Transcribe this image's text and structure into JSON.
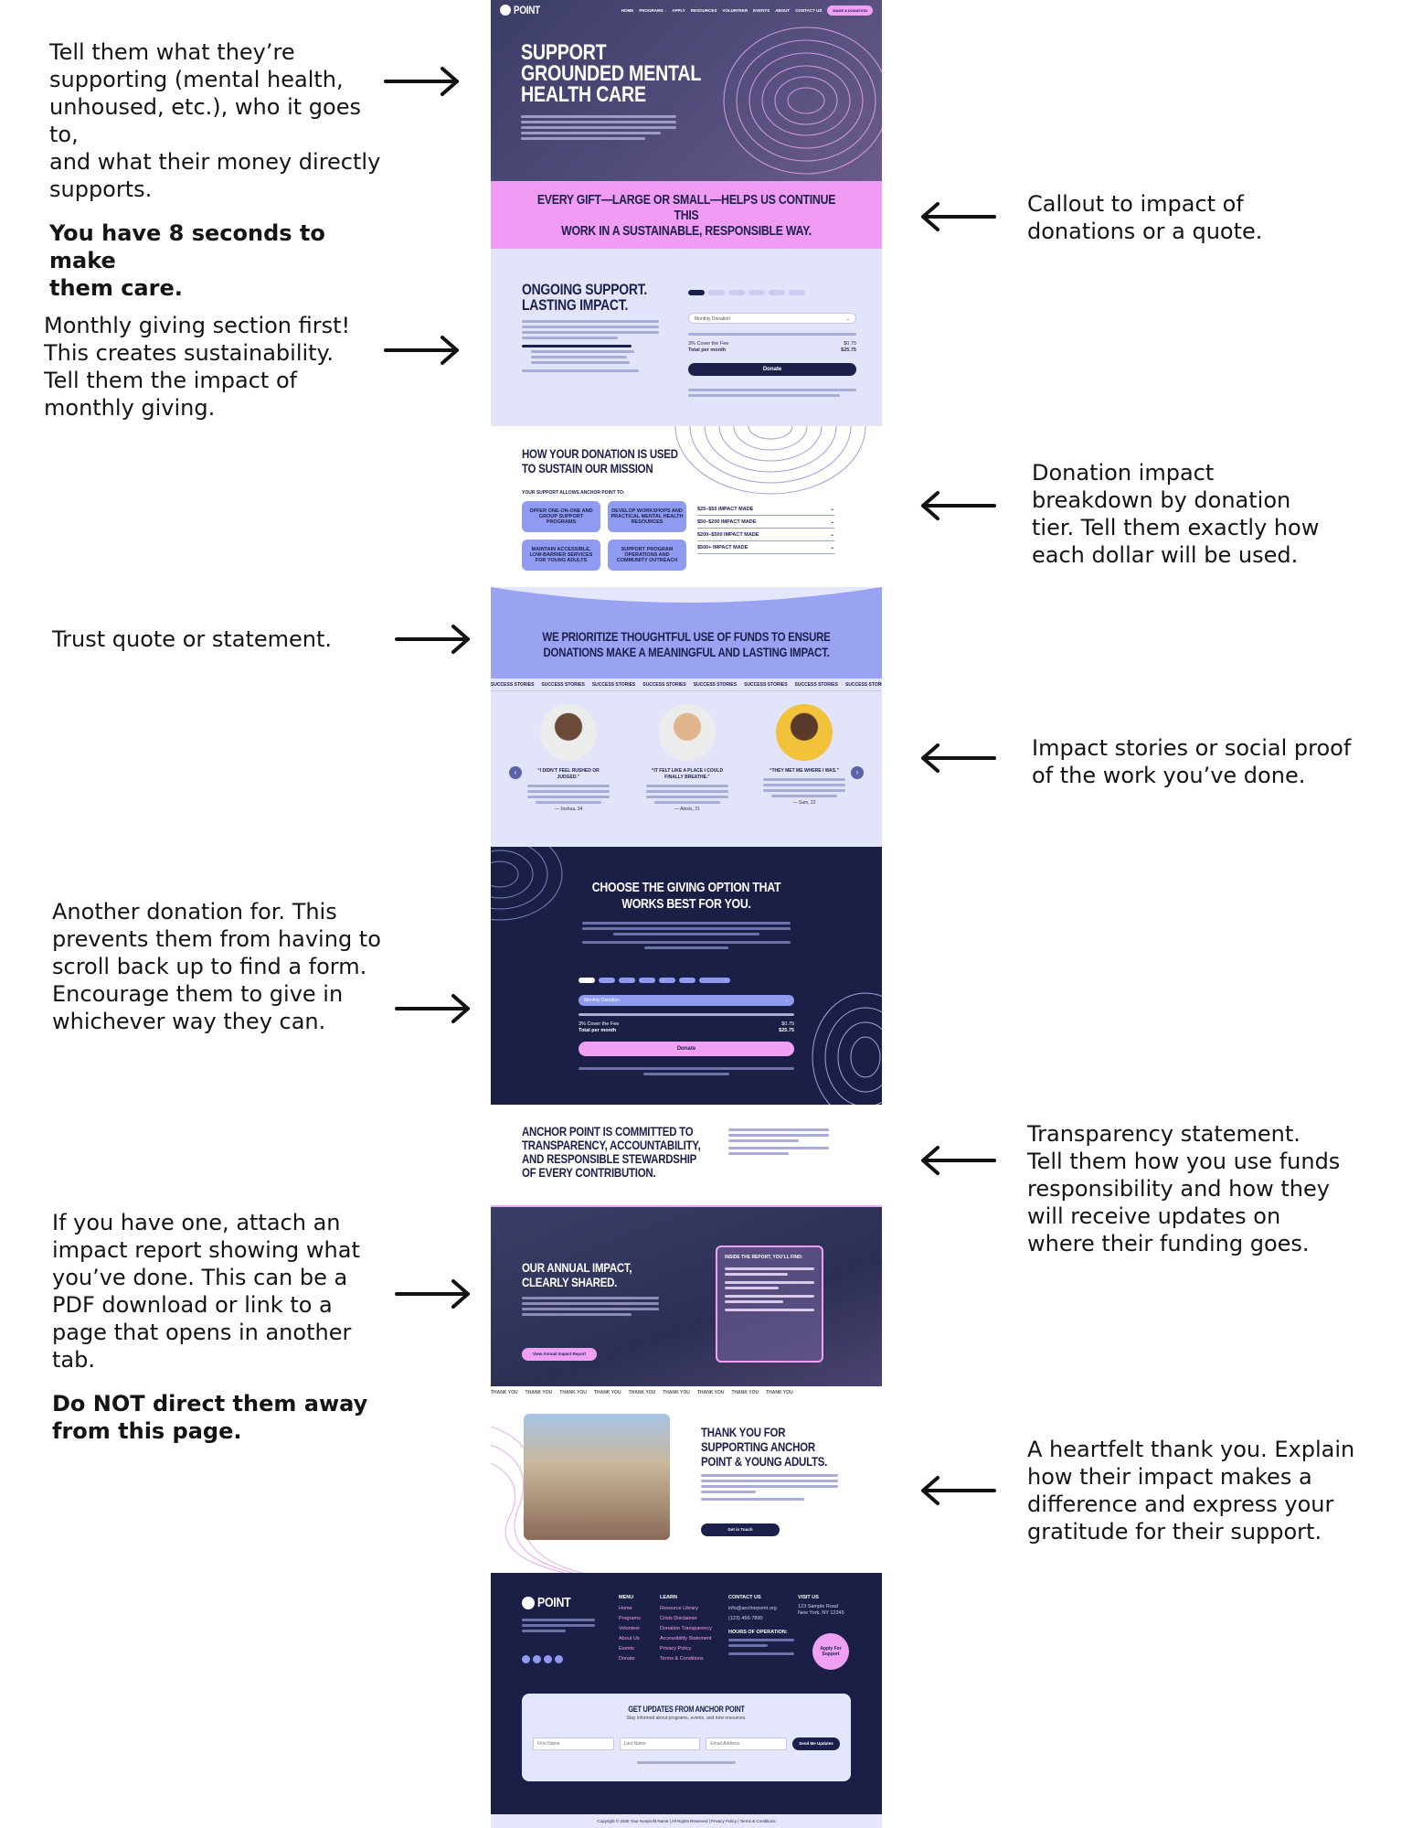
{
  "annotations": {
    "left": [
      {
        "text": "Tell them what they’re\nsupporting (mental health,\nunhoused, etc.), who it goes to,\nand what their money directly\nsupports.",
        "emphasis": "You have 8 seconds to make\nthem care."
      },
      {
        "text": "Monthly giving section first!\nThis creates sustainability.\nTell them the impact of\nmonthly giving."
      },
      {
        "text": "Trust quote or statement."
      },
      {
        "text": "Another donation for. This\nprevents them from having to\nscroll back up to find a form.\nEncourage them to give in\nwhichever way they can."
      },
      {
        "text": "If you have one, attach an\nimpact report showing what\nyou’ve done. This can be a\nPDF download or link to a\npage that opens in another\ntab.",
        "emphasis": "Do NOT direct them away\nfrom this page."
      }
    ],
    "right": [
      {
        "text": "Callout to impact of\ndonations or a quote."
      },
      {
        "text": "Donation impact\nbreakdown by donation\ntier. Tell them exactly how\neach dollar will be used."
      },
      {
        "text": "Impact stories or social proof\nof the work you’ve done."
      },
      {
        "text": "Transparency statement.\nTell them how you use funds\nresponsibility and how they\nwill receive updates on\nwhere their funding goes."
      },
      {
        "text": "A heartfelt thank you. Explain\nhow their impact makes a\ndifference and express your\ngratitude for their support."
      }
    ]
  },
  "site": {
    "logo": "POINT",
    "nav": [
      "HOME",
      "PROGRAMS ↓",
      "APPLY",
      "RESOURCES",
      "VOLUNTEER",
      "EVENTS",
      "ABOUT",
      "CONTACT US"
    ],
    "nav_cta": "MAKE A DONATION",
    "hero": {
      "title": "SUPPORT\nGROUNDED MENTAL\nHEALTH CARE"
    },
    "callout": "EVERY GIFT—LARGE OR SMALL—HELPS US CONTINUE THIS\nWORK IN A SUSTAINABLE, RESPONSIBLE WAY.",
    "monthly": {
      "title": "ONGOING SUPPORT.\nLASTING IMPACT.",
      "select": "Monthly Donation",
      "fee_label": "3% Cover the Fee",
      "fee_value": "$0.75",
      "total_label": "Total per month",
      "total_value": "$25.75",
      "button": "Donate"
    },
    "usage": {
      "title": "HOW YOUR DONATION IS USED\nTO SUSTAIN OUR MISSION",
      "subtitle": "YOUR SUPPORT ALLOWS ANCHOR POINT TO:",
      "cards": [
        "OFFER ONE-ON-ONE AND GROUP SUPPORT PROGRAMS",
        "DEVELOP WORKSHOPS AND PRACTICAL MENTAL HEALTH RESOURCES",
        "MAINTAIN ACCESSIBLE, LOW-BARRIER SERVICES FOR YOUNG ADULTS",
        "SUPPORT PROGRAM OPERATIONS AND COMMUNITY OUTREACH"
      ],
      "tiers": [
        "$25–$50 IMPACT MADE",
        "$50–$200 IMPACT MADE",
        "$200–$500 IMPACT MADE",
        "$500+ IMPACT MADE"
      ]
    },
    "trust": "WE PRIORITIZE THOUGHTFUL USE OF FUNDS TO ENSURE\nDONATIONS MAKE A MEANINGFUL AND LASTING IMPACT.",
    "stories_marquee": "SUCCESS STORIES",
    "stories": [
      {
        "quote": "“I DIDN’T FEEL RUSHED OR JUDGED.”",
        "author": "— Joshua, 24"
      },
      {
        "quote": "“IT FELT LIKE A PLACE I COULD FINALLY BREATHE.”",
        "author": "— Alexis, 21"
      },
      {
        "quote": "“THEY MET ME WHERE I WAS.”",
        "author": "— Sam, 22"
      }
    ],
    "giving": {
      "title": "CHOOSE THE GIVING OPTION THAT\nWORKS BEST FOR YOU.",
      "select": "Monthly Donation",
      "fee_label": "3% Cover the Fee",
      "fee_value": "$0.75",
      "total_label": "Total per month",
      "total_value": "$25.75",
      "button": "Donate"
    },
    "transparency": "ANCHOR POINT IS COMMITTED TO\nTRANSPARENCY, ACCOUNTABILITY,\nAND RESPONSIBLE STEWARDSHIP\nOF EVERY CONTRIBUTION.",
    "annual": {
      "title": "OUR ANNUAL IMPACT,\nCLEARLY SHARED.",
      "button": "View Annual Impact Report",
      "box_title": "INSIDE THE REPORT, YOU’LL FIND:"
    },
    "thanks_marquee": "THANK YOU",
    "thanks": {
      "title": "THANK YOU FOR\nSUPPORTING ANCHOR\nPOINT & YOUNG ADULTS.",
      "button": "Get in Touch"
    },
    "footer": {
      "logo": "POINT",
      "cols": [
        {
          "head": "MENU",
          "items": [
            "Home",
            "Programs",
            "Volunteer",
            "About Us",
            "Events",
            "Donate"
          ]
        },
        {
          "head": "LEARN",
          "items": [
            "Resource Library",
            "Crisis Disclaimer",
            "Donation Transparency",
            "Accessibility Statement",
            "Privacy Policy",
            "Terms & Conditions"
          ]
        },
        {
          "head": "CONTACT US",
          "items": [
            "info@anchorpoint.org",
            "(123) 456-7890"
          ]
        },
        {
          "head": "VISIT US",
          "items": [
            "123 Sample Road",
            "New York, NY 12345"
          ]
        }
      ],
      "hours_head": "HOURS OF OPERATION:",
      "badge": "Apply For Support",
      "newsletter_title": "GET UPDATES FROM ANCHOR POINT",
      "newsletter_sub": "Stay informed about programs, events, and new resources.",
      "fields": [
        "First Name",
        "Last Name",
        "Email Address"
      ],
      "newsletter_button": "Send Me Updates",
      "copyright": "Copyright © 2025 Your Nonprofit Name | All Rights Reserved | Privacy Policy | Terms & Conditions"
    }
  }
}
